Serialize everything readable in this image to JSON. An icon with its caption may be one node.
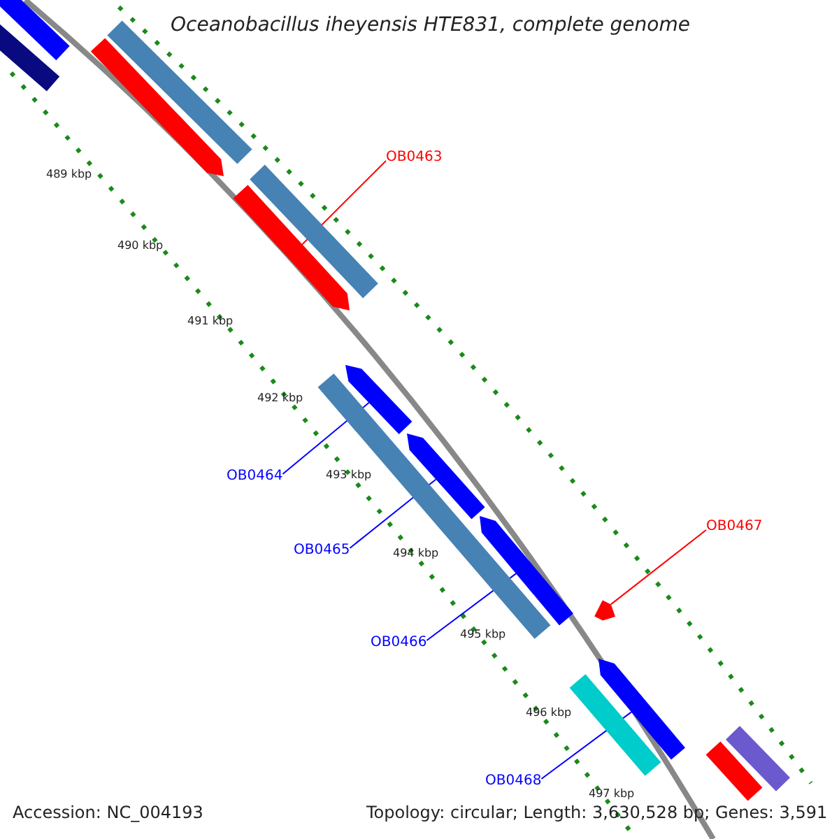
{
  "diagram": {
    "title": "Oceanobacillus iheyensis HTE831, complete genome",
    "nodes": [
      {
        "text": [],
        "shape": "bar"
      },
      {
        "text": [],
        "shape": "bar"
      },
      {
        "text": [],
        "shape": "bar"
      },
      {
        "text": [],
        "shape": "arrow"
      },
      {
        "text": [
          "OB0463"
        ]
      },
      {
        "text": [],
        "shape": "bar"
      },
      {
        "text": [],
        "shape": "arrow"
      },
      {
        "text": [],
        "shape": "arrow"
      },
      {
        "text": [],
        "shape": "bar"
      },
      {
        "text": [
          "OB0464"
        ]
      },
      {
        "text": [],
        "shape": "arrow"
      },
      {
        "text": [
          "OB0465"
        ]
      },
      {
        "text": [
          "OB0467"
        ]
      },
      {
        "text": [],
        "shape": "arrow"
      },
      {
        "text": [],
        "shape": "arrow"
      },
      {
        "text": [
          "OB0466"
        ]
      },
      {
        "text": [],
        "shape": "arrow"
      },
      {
        "text": [],
        "shape": "bar"
      },
      {
        "text": [],
        "shape": "bar"
      },
      {
        "text": [],
        "shape": "bar"
      },
      {
        "text": [
          "OB0468"
        ]
      }
    ],
    "edges": [
      {
        "from": 4,
        "to": 6,
        "arrow": "none",
        "color": "#ff0000"
      },
      {
        "from": 9,
        "to": 7,
        "arrow": "none"
      },
      {
        "from": 11,
        "to": 10,
        "arrow": "none"
      },
      {
        "from": 12,
        "to": 14,
        "arrow": "none",
        "color": "#ff0000"
      },
      {
        "from": 15,
        "to": 13,
        "arrow": "none"
      },
      {
        "from": 20,
        "to": 16,
        "arrow": "none"
      }
    ],
    "labels": [
      "489 kbp",
      "490 kbp",
      "491 kbp",
      "492 kbp",
      "493 kbp",
      "494 kbp",
      "495 kbp",
      "496 kbp",
      "497 kbp",
      "Accession: NC_004193",
      "Topology: circular; Length: 3,630,528 bp; Genes: 3,591"
    ]
  }
}
